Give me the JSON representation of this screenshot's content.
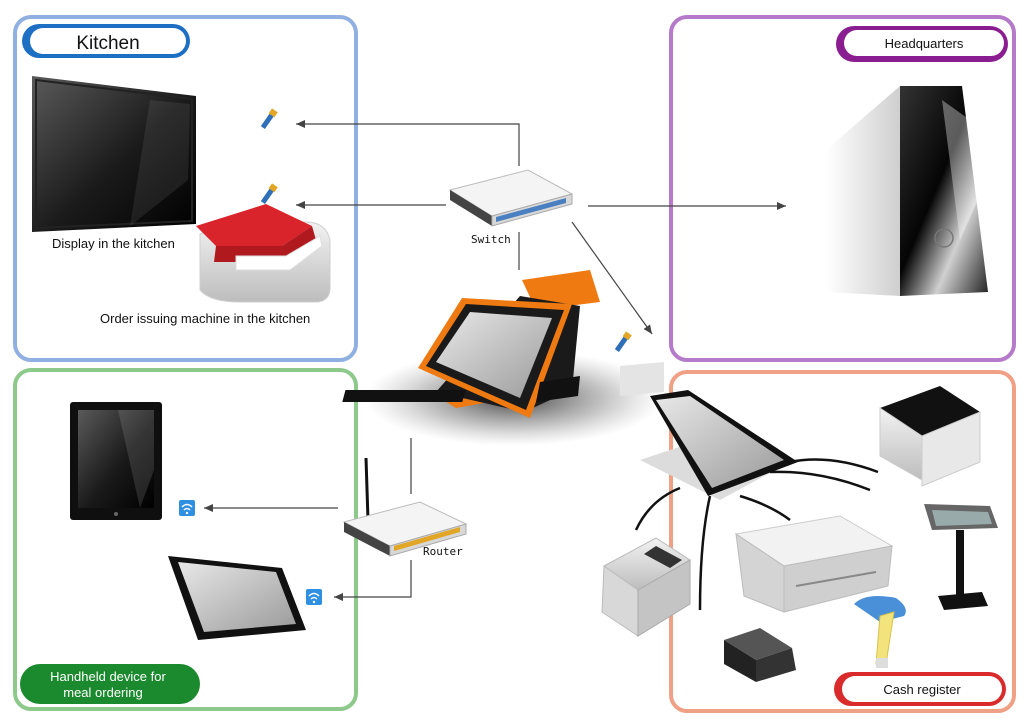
{
  "zones": {
    "kitchen": {
      "title": "Kitchen"
    },
    "headquarters": {
      "title": "Headquarters"
    },
    "handheld": {
      "title_line1": "Handheld device for",
      "title_line2": "meal ordering"
    },
    "cash": {
      "title": "Cash register"
    }
  },
  "devices": {
    "kitchen_display": "Display in the kitchen",
    "order_machine": "Order issuing machine in the kitchen",
    "switch": "Switch",
    "router": "Router"
  },
  "colors": {
    "kitchen_border": "#8fb0e0",
    "kitchen_pill": "#1d6fc4",
    "hq_border": "#b57ac9",
    "hq_pill": "#8a1d8f",
    "handheld_border": "#8cc98a",
    "handheld_pill": "#1b8a2e",
    "cash_border": "#f0a084",
    "cash_pill": "#d92b2b",
    "pos_accent": "#f07a12",
    "printer_red": "#d8242a"
  },
  "icons": [
    "network-cable-icon",
    "wifi-icon",
    "arrow-icon"
  ]
}
